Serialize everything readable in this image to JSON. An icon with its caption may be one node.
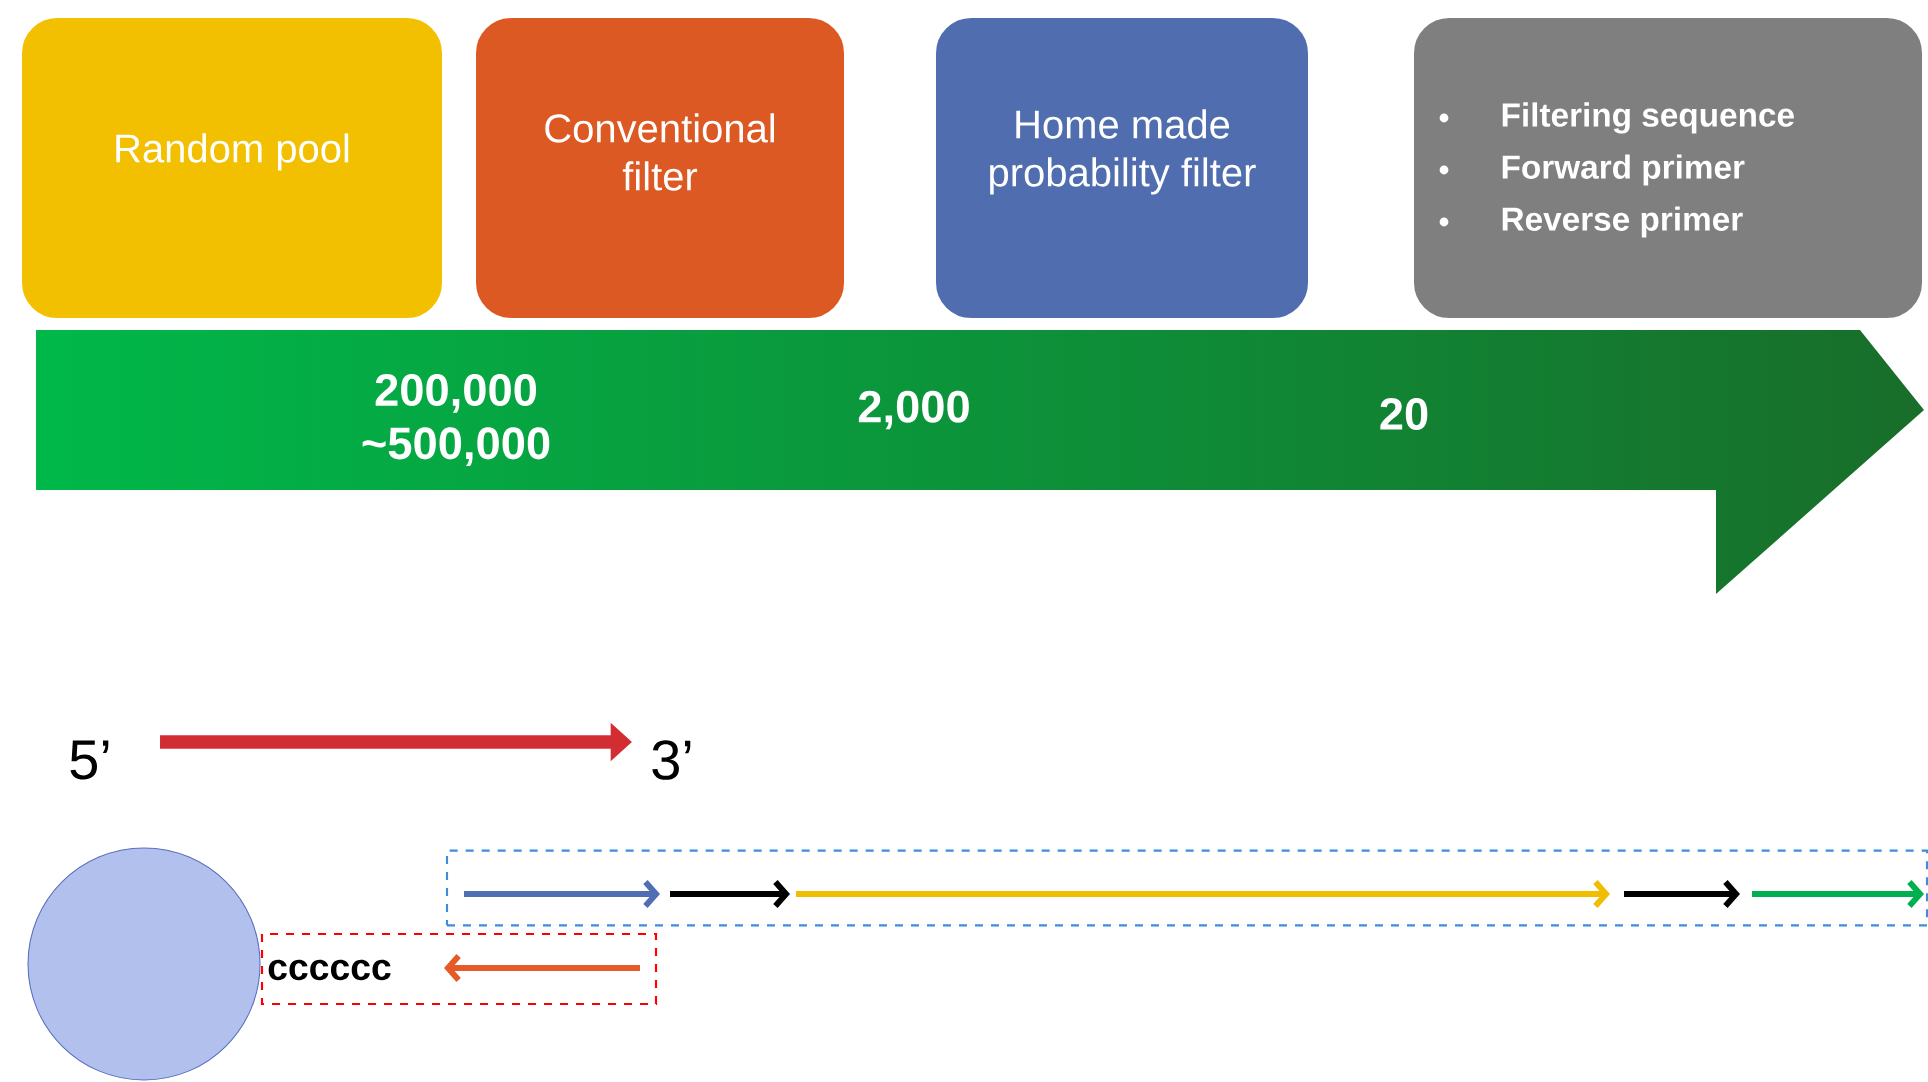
{
  "diagram": {
    "nodes": [
      {
        "text": [
          "Random pool"
        ]
      },
      {
        "text": [
          "Conventional filter"
        ]
      },
      {
        "text": [
          "Home made probability filter"
        ]
      },
      {
        "text": [
          "Filtering sequence",
          "Forward primer",
          "Reverse primer"
        ]
      },
      {
        "text": [
          "200,000 ~500,000",
          "2,000",
          "20"
        ]
      },
      {
        "text": [],
        "shape": "circle"
      },
      {
        "text": [
          "cccccc"
        ]
      },
      {
        "text": [],
        "shape": "box"
      }
    ],
    "labels": [
      "5’",
      "3’"
    ]
  }
}
